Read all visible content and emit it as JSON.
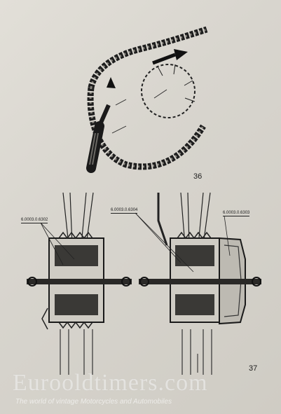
{
  "figure_36": {
    "number": "36"
  },
  "figure_37": {
    "number": "37",
    "callouts": [
      "6.0003.0.6302",
      "6.0003.0.6304",
      "6.0003.0.6303"
    ]
  },
  "watermark": {
    "text": "Eurooldtimers.com",
    "subtitle": "The world of vintage Motorcycles and Automobiles"
  }
}
